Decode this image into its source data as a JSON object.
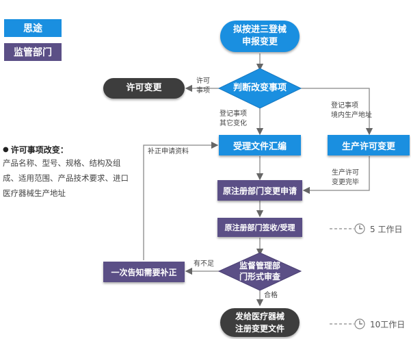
{
  "legend": {
    "blue_label": "思途",
    "purple_label": "监管部门"
  },
  "nodes": {
    "start": "拟按进三登械\n申报变更",
    "judge": "判断改变事项",
    "permit_change": "许可变更",
    "accept_docs": "受理文件汇编",
    "production_change": "生产许可变更",
    "apply": "原注册部门变更申请",
    "sign": "原注册部门签收/受理",
    "review": "监督管理部\n门形式审查",
    "notify": "一次告知需要补正",
    "issue": "发给医疗器械\n注册变更文件"
  },
  "labels": {
    "permit": "许可\n事项",
    "registration_other": "登记事项\n其它变化",
    "registration_domestic": "登记事项\n境内生产地址",
    "supplement": "补正申请资料",
    "production_done": "生产许可\n变更完毕",
    "insufficient": "有不足",
    "qualified": "合格"
  },
  "note": {
    "title": "许可事项改变：",
    "body": "产品名称、型号、规格、结构及组成、适用范围、产品技术要求、进口医疗器械生产地址"
  },
  "timeline": {
    "day1": "5 工作日",
    "day2": "10工作日"
  },
  "colors": {
    "blue": "#1a8fe0",
    "purple": "#5b4f86",
    "dark": "#3d3d3d"
  }
}
